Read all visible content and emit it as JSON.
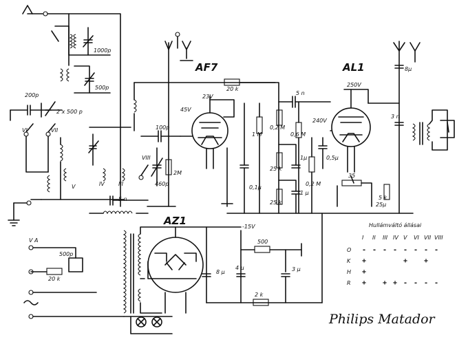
{
  "tubes": {
    "af7": "AF7",
    "al1": "AL1",
    "az1": "AZ1"
  },
  "caption": "Philips Matador",
  "components": {
    "c_1000p": "1000p",
    "c_500p_top": "500p",
    "c_200p": "200p",
    "c_2x500p": "2 x 500 p",
    "c_100p": "100p",
    "c_460p": "460p",
    "r_2m_grid": "2M",
    "r_20k": "20 k",
    "v_23v": "23V",
    "v_45v": "45V",
    "v_250v": "250V",
    "v_240v": "240V",
    "r_1m": "1 M",
    "r_02m_a": "0,2 M",
    "r_06m": "0,6 M",
    "r_25k_a": "25 k",
    "r_25k_b": "25 k",
    "c_01mu": "0,1µ",
    "c_1mu": "1µ",
    "c_1mu_b": "1 µ",
    "c_5n_top": "5 n",
    "c_5n_low": "5 n",
    "c_3n": "3 n",
    "c_02m_b": "0,2 M",
    "c_8mu": "8µ",
    "r_35": "35",
    "r_5k": "5 k",
    "c_05mu": "0,5µ",
    "c_25mu": "25µ",
    "v_minus15": "-15V",
    "r_500": "500",
    "r_2k": "2 k",
    "c_4mu": "4 µ",
    "c_3mu": "3 µ",
    "c_500p_mains": "500p",
    "r_20k_mains": "20 k",
    "mains_label": "V A",
    "sw_vi": "VI",
    "sw_vii": "VII",
    "sw_v": "V",
    "sw_iv": "IV",
    "sw_iii": "III",
    "sw_viii": "VIII",
    "c_8mu_az": "8 µ"
  },
  "switch_table": {
    "title": "Hullámváltó állásai",
    "columns": [
      "I",
      "II",
      "III",
      "IV",
      "V",
      "VI",
      "VII",
      "VIII"
    ],
    "rows": [
      {
        "label": "O",
        "cells": [
          "-",
          "-",
          "-",
          "-",
          "-",
          "-",
          "-",
          "-"
        ]
      },
      {
        "label": "K",
        "cells": [
          "+",
          "",
          "",
          "",
          "+",
          "",
          "+",
          ""
        ]
      },
      {
        "label": "H",
        "cells": [
          "+",
          "",
          "",
          "",
          "",
          "",
          "",
          ""
        ]
      },
      {
        "label": "R",
        "cells": [
          "+",
          "",
          "+",
          "+",
          "-",
          "-",
          "-",
          "-"
        ]
      }
    ]
  }
}
